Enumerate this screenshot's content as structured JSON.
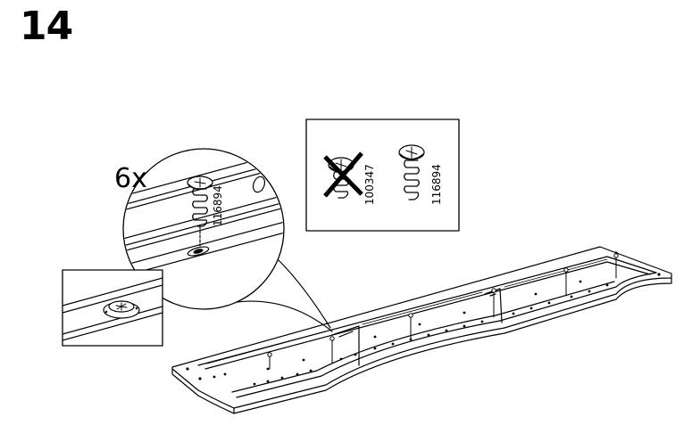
{
  "step": {
    "number": "14"
  },
  "zoom_callout": {
    "quantity": "6x",
    "part_number": "116894"
  },
  "screw_comparison": {
    "wrong_part_number": "100347",
    "correct_part_number": "116894"
  },
  "icons": [
    "screw-icon",
    "cross-icon",
    "cam-lock-icon"
  ]
}
